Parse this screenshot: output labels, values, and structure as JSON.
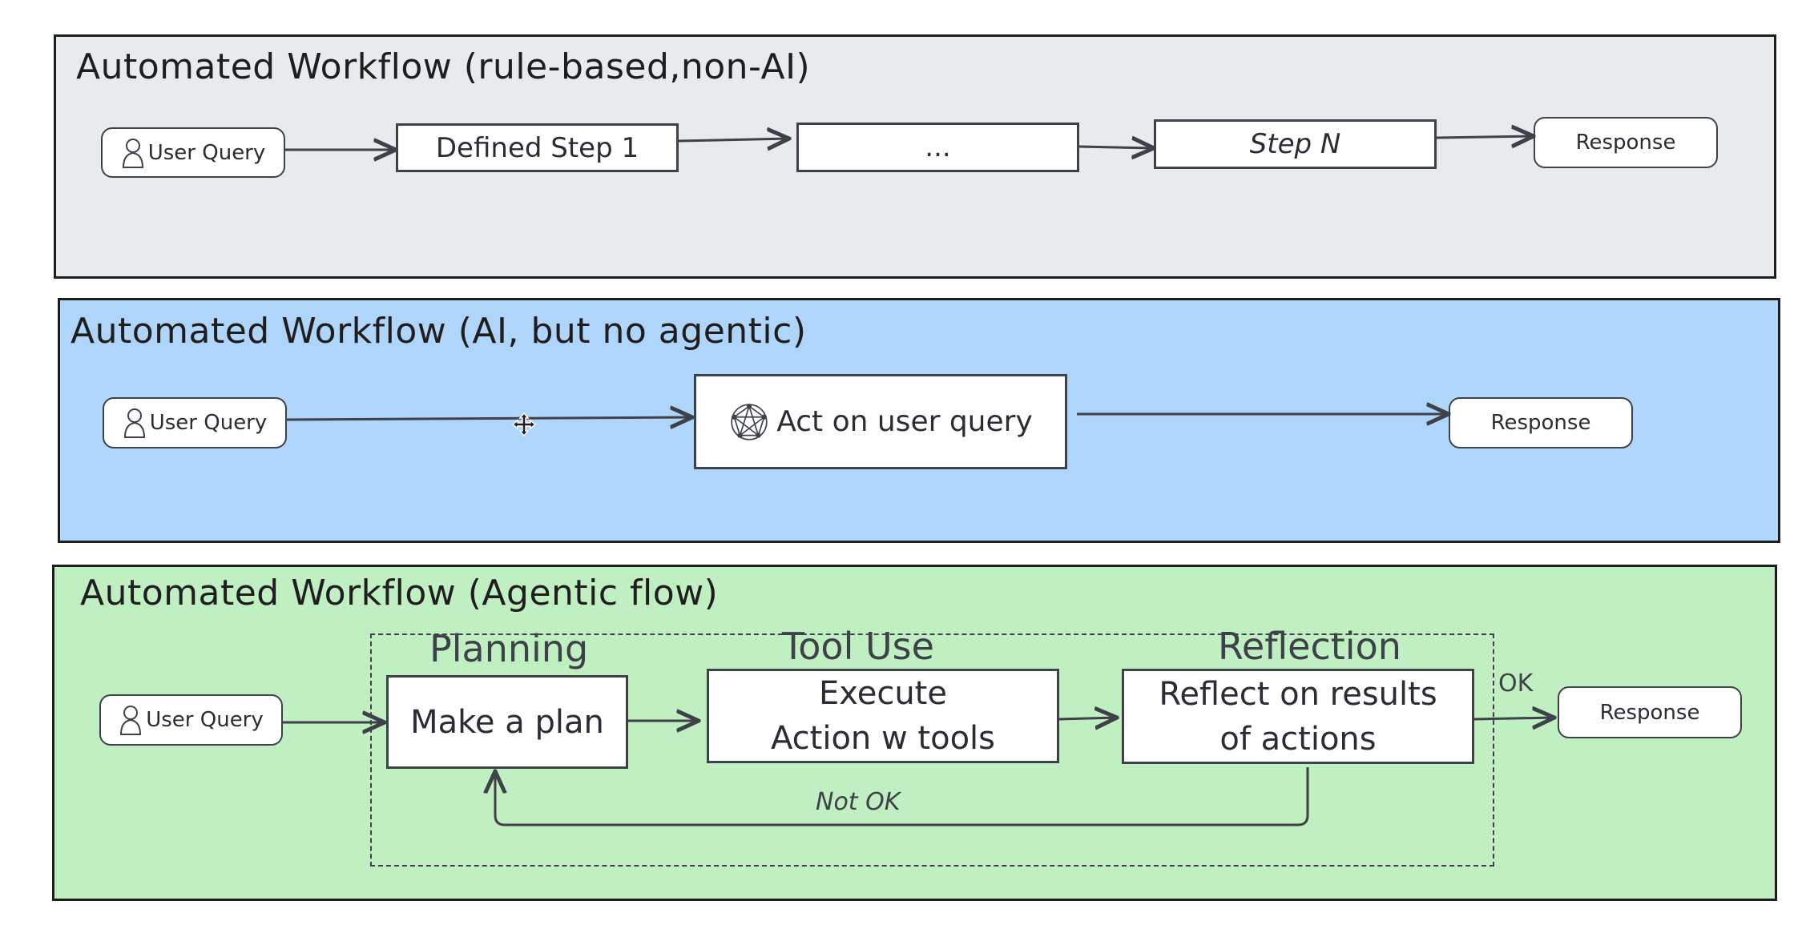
{
  "panels": {
    "rule_based": {
      "title": "Automated Workflow (rule-based,non-AI)",
      "user_query": "User Query",
      "step1": "Defined Step 1",
      "ellipsis": "...",
      "stepN": "Step N",
      "response": "Response"
    },
    "ai_non_agentic": {
      "title": "Automated Workflow (AI, but no agentic)",
      "user_query": "User Query",
      "act": "Act on user query",
      "response": "Response"
    },
    "agentic": {
      "title": "Automated Workflow (Agentic flow)",
      "user_query": "User Query",
      "planning_label": "Planning",
      "tool_use_label": "Tool Use",
      "reflection_label": "Reflection",
      "plan_box": "Make a plan",
      "execute_line1": "Execute",
      "execute_line2": "Action w tools",
      "reflect_line1": "Reflect on results",
      "reflect_line2": "of actions",
      "ok_label": "OK",
      "not_ok_label": "Not OK",
      "response": "Response"
    }
  },
  "icons": {
    "user": "user-icon",
    "ai_model": "ai-network-icon",
    "cursor": "move-cursor-icon"
  },
  "colors": {
    "rule_based_bg": "#e8ebee",
    "ai_bg": "#b0d5fb",
    "agentic_bg": "#c0efc1",
    "stroke": "#3d4148"
  }
}
